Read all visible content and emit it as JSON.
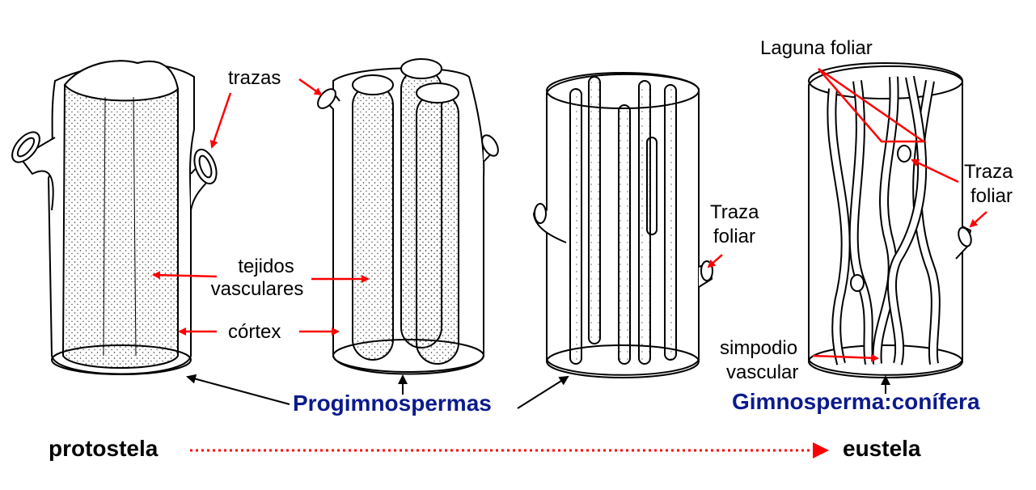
{
  "labels": {
    "trazas": "trazas",
    "tejidos": "tejidos",
    "vasculares": "vasculares",
    "cortex": "córtex",
    "traza_foliar_1a": "Traza",
    "traza_foliar_1b": "foliar",
    "laguna_foliar": "Laguna foliar",
    "traza_foliar_2a": "Traza",
    "traza_foliar_2b": "foliar",
    "simpodio": "simpodio",
    "vascular": "vascular",
    "progimnospermas": "Progimnospermas",
    "gimnosperma": "Gimnosperma:conífera",
    "protostela": "protostela",
    "eustela": "eustela"
  },
  "colors": {
    "arrow_red": "#ff0000",
    "label_blue": "#0b1a8c",
    "line": "#000000"
  }
}
